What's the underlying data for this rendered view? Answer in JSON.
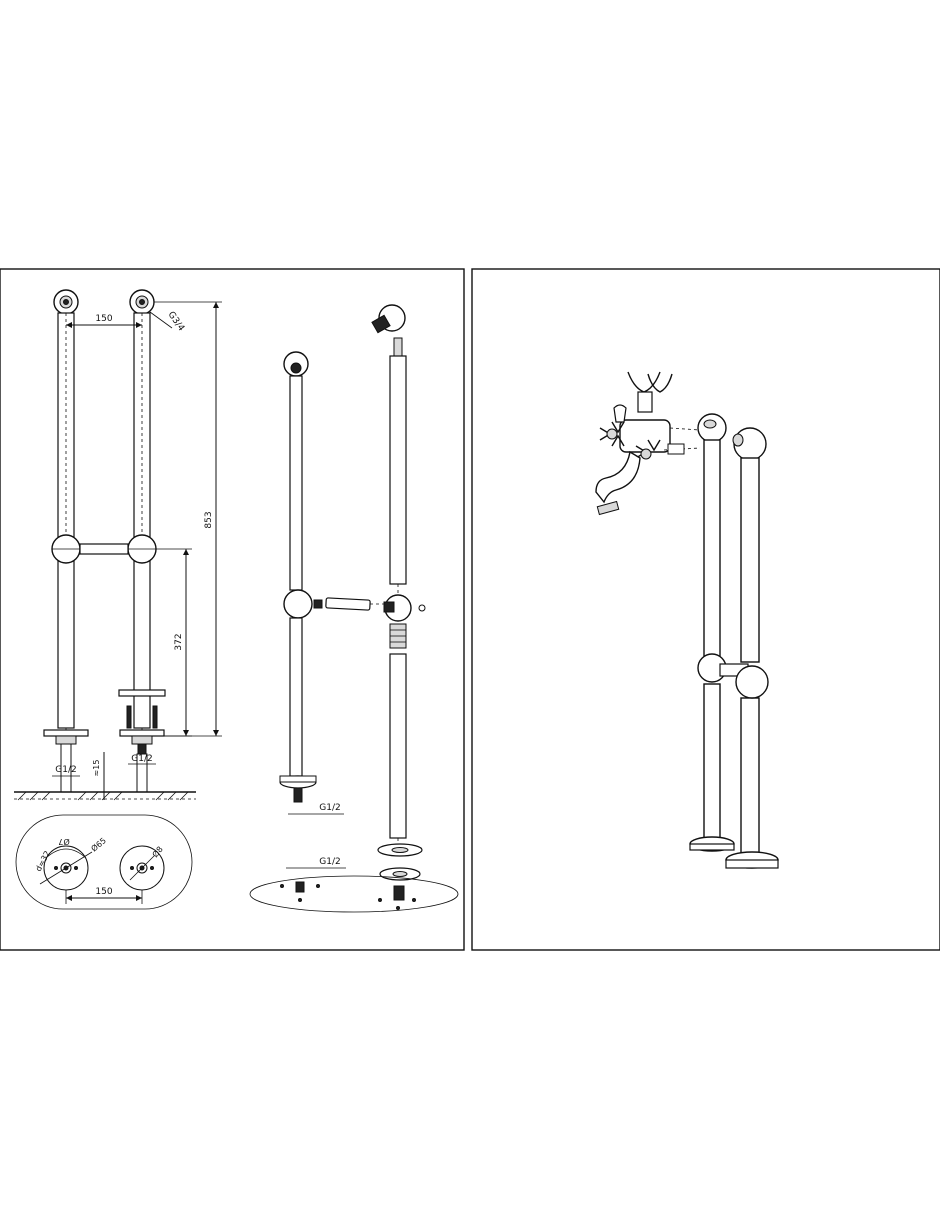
{
  "left_panel": {
    "dimensions": {
      "pipe_spacing_top": "150",
      "top_thread": "G3/4",
      "total_height": "853",
      "bridge_height": "372",
      "left_floor_thread": "G1/2",
      "right_floor_thread": "G1/2",
      "floor_depth": "≈15",
      "base_spacing": "150",
      "outer_diameter": "Ø65",
      "mount_diameter": "Ø7",
      "inner_diameter": "Ø8",
      "hole_diameter": "d=32"
    },
    "exploded_thread_a": "G1/2",
    "exploded_thread_b": "G1/2"
  }
}
